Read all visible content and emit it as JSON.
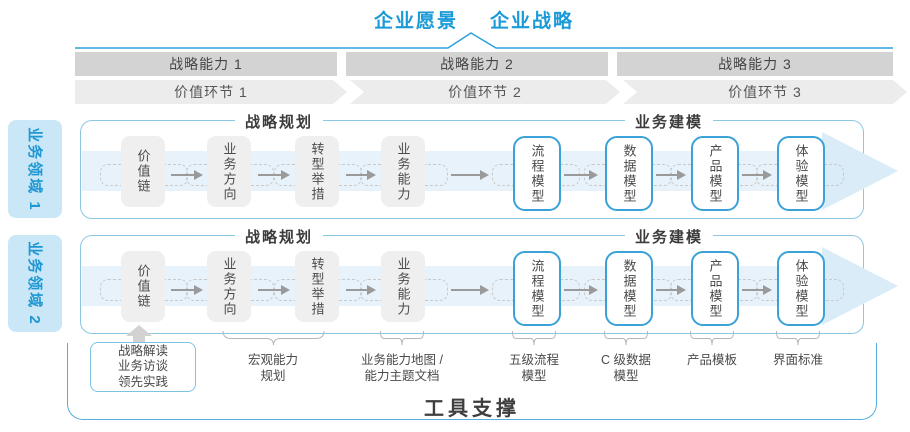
{
  "header": {
    "vision": "企业愿景",
    "strategy": "企业战略",
    "capabilities": [
      "战略能力 1",
      "战略能力 2",
      "战略能力 3"
    ],
    "value_links": [
      "价值环节 1",
      "价值环节 2",
      "价值环节 3"
    ]
  },
  "domains": [
    {
      "label": "业务领域 1",
      "planning_title": "战略规划",
      "modeling_title": "业务建模",
      "boxes": [
        {
          "label": "价值链"
        },
        {
          "label": "业务方向"
        },
        {
          "label": "转型举措"
        },
        {
          "label": "业务能力"
        },
        {
          "label": "流程模型"
        },
        {
          "label": "数据模型"
        },
        {
          "label": "产品模型"
        },
        {
          "label": "体验模型"
        }
      ]
    },
    {
      "label": "业务领域 2",
      "planning_title": "战略规划",
      "modeling_title": "业务建模",
      "boxes": [
        {
          "label": "价值链"
        },
        {
          "label": "业务方向"
        },
        {
          "label": "转型举措"
        },
        {
          "label": "业务能力"
        },
        {
          "label": "流程模型"
        },
        {
          "label": "数据模型"
        },
        {
          "label": "产品模型"
        },
        {
          "label": "体验模型"
        }
      ]
    }
  ],
  "annotations": {
    "callout": "战略解读\n业务访谈\n领先实践",
    "items": [
      "宏观能力\n规划",
      "业务能力地图 /\n能力主题文档",
      "五级流程\n模型",
      "C 级数据\n模型",
      "产品模板",
      "界面标准"
    ]
  },
  "footer": {
    "title": "工具支撑"
  },
  "colors": {
    "accent_blue": "#1a9ad7",
    "box_border_blue": "#3aa2d7",
    "row_border_blue": "#8cc8e4",
    "sidebar_fill": "#c9e7f6",
    "capability_band_gray": "#d3d3d3",
    "value_band_gray": "#ececec",
    "box_gray": "#efefef",
    "flow_band_blue": "#e7f2fa",
    "flow_arrow_blue": "#d9ecf8",
    "text_dark": "#3c3c3c",
    "arrow_gray": "#9a9a9a"
  }
}
